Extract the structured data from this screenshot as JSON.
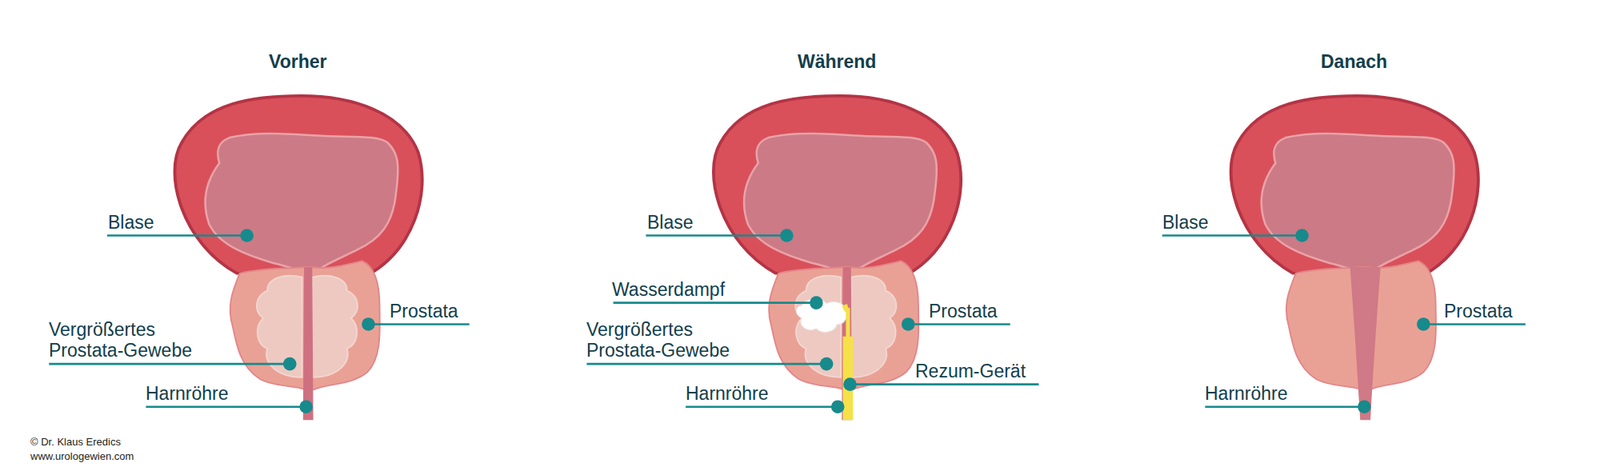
{
  "diagram": {
    "labels": [
      "Vorher",
      "Während",
      "Danach",
      "Blase",
      "Prostata",
      "Vergrößertes Prostata-Gewebe",
      "Harnröhre",
      "Blase",
      "Wasserdampf",
      "Prostata",
      "Vergrößertes Prostata-Gewebe",
      "Rezum-Gerät",
      "Harnröhre",
      "Blase",
      "Prostata",
      "Harnröhre",
      "© Dr. Klaus Eredics",
      "www.urologewien.com"
    ]
  }
}
